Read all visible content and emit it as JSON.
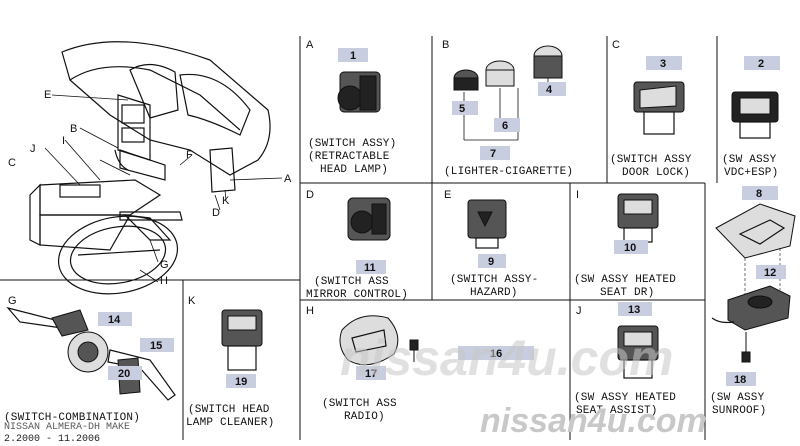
{
  "sections": {
    "A": {
      "letter": "A",
      "num": "1",
      "caption": [
        "(SWITCH ASSY)",
        "(RETRACTABLE",
        "HEAD LAMP)"
      ]
    },
    "B": {
      "letter": "B",
      "nums": [
        "5",
        "6",
        "4",
        "7"
      ],
      "caption": [
        "(LIGHTER-CIGARETTE)"
      ]
    },
    "C": {
      "letter": "C",
      "num": "3",
      "caption": [
        "(SWITCH ASSY",
        "DOOR LOCK)"
      ]
    },
    "C2": {
      "num": "2",
      "caption": [
        "(SW ASSY",
        "VDC+ESP)"
      ]
    },
    "D": {
      "letter": "D",
      "num": "11",
      "caption": [
        "(SWITCH ASS",
        "MIRROR CONTROL)"
      ]
    },
    "E": {
      "letter": "E",
      "num": "9",
      "caption": [
        "(SWITCH ASSY-",
        "HAZARD)"
      ]
    },
    "I": {
      "letter": "I",
      "num": "10",
      "caption": [
        "(SW ASSY HEATED",
        "SEAT DR)"
      ]
    },
    "SR": {
      "nums": [
        "8",
        "12",
        "18"
      ],
      "caption": [
        "(SW ASSY",
        "SUNROOF)"
      ]
    },
    "G": {
      "letter": "G",
      "nums": [
        "14",
        "15",
        "20"
      ],
      "caption": [
        "(SWITCH-COMBINATION)"
      ]
    },
    "K": {
      "letter": "K",
      "num": "19",
      "caption": [
        "(SWITCH HEAD",
        "LAMP CLEANER)"
      ]
    },
    "H": {
      "letter": "H",
      "nums": [
        "17",
        "16"
      ],
      "caption": [
        "(SWITCH ASS",
        "RADIO)"
      ]
    },
    "J": {
      "letter": "J",
      "num": "13",
      "caption": [
        "(SW ASSY HEATED",
        "SEAT ASSIST)"
      ]
    }
  },
  "overview_letters": [
    "E",
    "B",
    "J",
    "C",
    "I",
    "F",
    "D",
    "K",
    "A",
    "G",
    "H"
  ],
  "watermark": "nissan4u.com",
  "footer": {
    "model": "NISSAN ALMERA-DH MAKE",
    "dates": "2.2000 - 11.2006"
  }
}
